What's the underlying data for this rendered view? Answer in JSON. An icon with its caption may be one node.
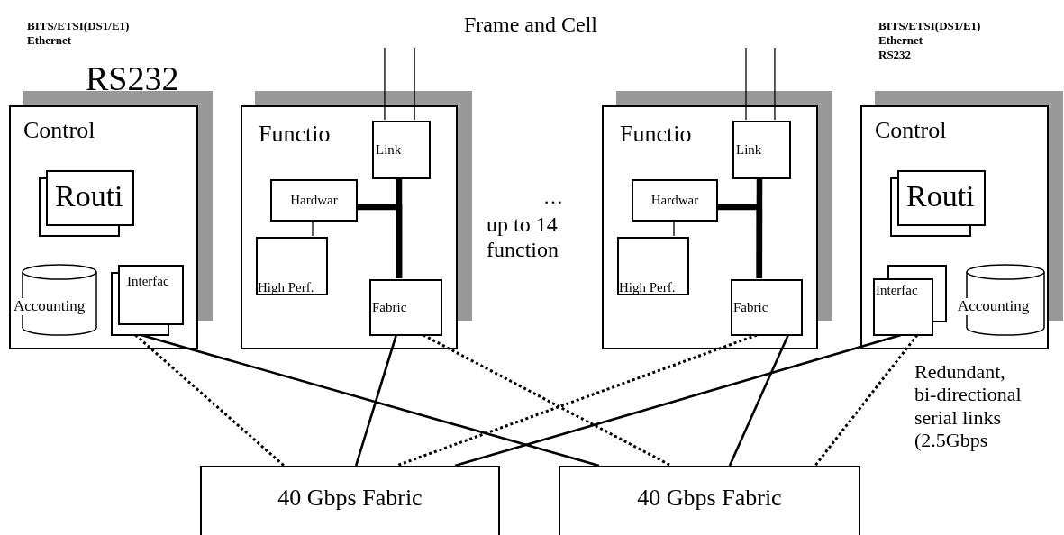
{
  "diagram": {
    "nodes": [
      {
        "text": [
          "Control"
        ]
      },
      {
        "text": [
          "Routi"
        ],
        "in": 0
      },
      {
        "text": [
          "Accounting"
        ],
        "in": 0
      },
      {
        "text": [
          "Interfac"
        ],
        "in": 0
      },
      {
        "text": [
          "Functio"
        ]
      },
      {
        "text": [
          "Link"
        ],
        "in": 4
      },
      {
        "text": [
          "Hardwar"
        ],
        "in": 4
      },
      {
        "text": [
          "High Perf."
        ],
        "in": 4
      },
      {
        "text": [
          "Fabric"
        ],
        "in": 4
      },
      {
        "text": [
          "Functio"
        ]
      },
      {
        "text": [
          "Link"
        ],
        "in": 9
      },
      {
        "text": [
          "Hardwar"
        ],
        "in": 9
      },
      {
        "text": [
          "High Perf."
        ],
        "in": 9
      },
      {
        "text": [
          "Fabric"
        ],
        "in": 9
      },
      {
        "text": [
          "Control"
        ]
      },
      {
        "text": [
          "Routi"
        ],
        "in": 14
      },
      {
        "text": [
          "Interfac"
        ],
        "in": 14
      },
      {
        "text": [
          "Accounting"
        ],
        "in": 14
      },
      {
        "text": [
          "40 Gbps Fabric"
        ]
      },
      {
        "text": [
          "40 Gbps Fabric"
        ]
      }
    ],
    "edges": [
      {
        "from": null,
        "to": 5,
        "arrow": "none"
      },
      {
        "from": null,
        "to": 5,
        "arrow": "none"
      },
      {
        "from": 6,
        "to": 7,
        "arrow": "none"
      },
      {
        "from": 6,
        "to": 8,
        "arrow": "none",
        "style": "thick"
      },
      {
        "from": 5,
        "to": 8,
        "arrow": "none",
        "style": "thick"
      },
      {
        "from": null,
        "to": 10,
        "arrow": "none"
      },
      {
        "from": null,
        "to": 10,
        "arrow": "none"
      },
      {
        "from": 11,
        "to": 12,
        "arrow": "none"
      },
      {
        "from": 11,
        "to": 13,
        "arrow": "none",
        "style": "thick"
      },
      {
        "from": 10,
        "to": 13,
        "arrow": "none",
        "style": "thick"
      },
      {
        "from": 3,
        "to": 18,
        "arrow": "none",
        "style": "dashed"
      },
      {
        "from": 3,
        "to": 19,
        "arrow": "none"
      },
      {
        "from": 8,
        "to": 18,
        "arrow": "none"
      },
      {
        "from": 8,
        "to": 19,
        "arrow": "none",
        "style": "dashed"
      },
      {
        "from": 13,
        "to": 18,
        "arrow": "none",
        "style": "dashed"
      },
      {
        "from": 13,
        "to": 19,
        "arrow": "none"
      },
      {
        "from": 16,
        "to": 18,
        "arrow": "none"
      },
      {
        "from": 16,
        "to": 19,
        "arrow": "none",
        "style": "dashed"
      }
    ],
    "labels": [
      "BITS/ETSI(DS1/E1)",
      "Ethernet",
      "RS232",
      "Frame and Cell",
      "BITS/ETSI(DS1/E1)",
      "Ethernet",
      "RS232",
      "…",
      "up to 14 function",
      "Redundant, bi-directional serial links (2.5Gbps"
    ]
  }
}
